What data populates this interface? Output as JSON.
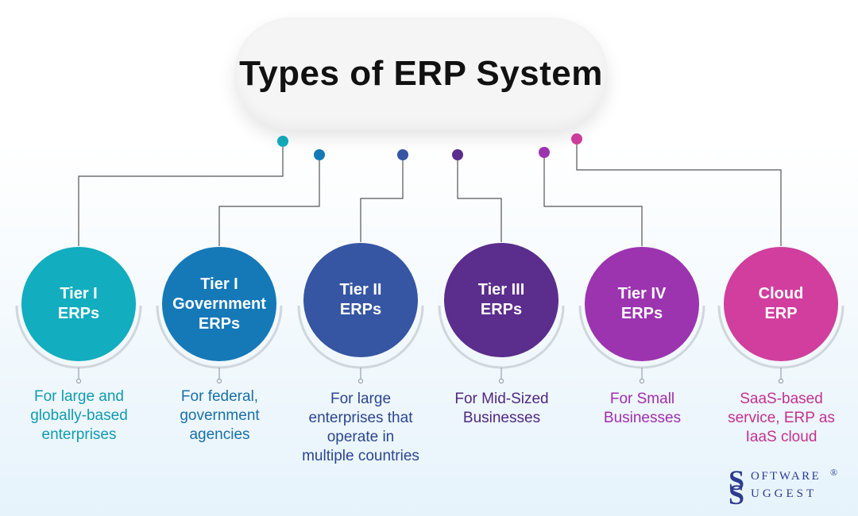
{
  "title": "Types of ERP System",
  "tiers": [
    {
      "line1": "Tier I",
      "line2": "ERPs",
      "line3": "",
      "color": "#12adbf",
      "desc_lines": [
        "For large and",
        "globally-based",
        "enterprises"
      ],
      "desc_color": "#109cb0"
    },
    {
      "line1": "Tier I",
      "line2": "Government",
      "line3": "ERPs",
      "color": "#1579b8",
      "desc_lines": [
        "For federal,",
        "government",
        "agencies"
      ],
      "desc_color": "#1870a8"
    },
    {
      "line1": "Tier II",
      "line2": "ERPs",
      "line3": "",
      "color": "#3656a3",
      "desc_lines": [
        "For large",
        "enterprises that",
        "operate in",
        "multiple countries"
      ],
      "desc_color": "#2d4690"
    },
    {
      "line1": "Tier III",
      "line2": "ERPs",
      "line3": "",
      "color": "#5b2d8c",
      "desc_lines": [
        "For Mid-Sized",
        "Businesses"
      ],
      "desc_color": "#4f2880"
    },
    {
      "line1": "Tier IV",
      "line2": "ERPs",
      "line3": "",
      "color": "#9c34b0",
      "desc_lines": [
        "For Small",
        "Businesses"
      ],
      "desc_color": "#a12eaf"
    },
    {
      "line1": "Cloud",
      "line2": "ERP",
      "line3": "",
      "color": "#d13e9e",
      "desc_lines": [
        "SaaS-based",
        "service, ERP as",
        "IaaS cloud"
      ],
      "desc_color": "#c4318f"
    }
  ],
  "logo": {
    "s1": "S",
    "s2": "S",
    "row1": "OFTWARE",
    "row2": "UGGEST",
    "reg": "®"
  }
}
